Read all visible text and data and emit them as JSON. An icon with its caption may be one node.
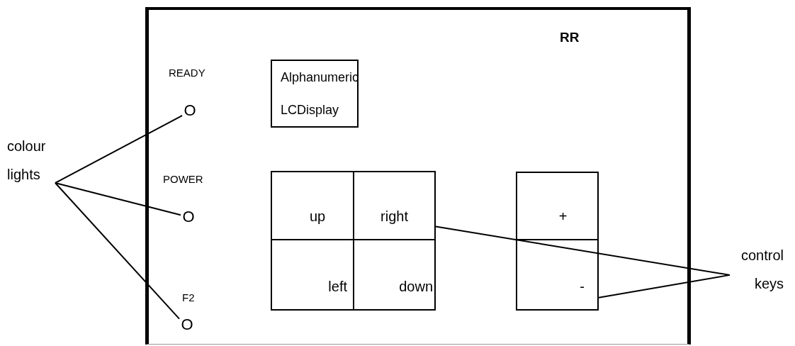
{
  "diagram": {
    "nodes": [
      {
        "text": [
          "RR"
        ]
      },
      {
        "text": [
          "O"
        ],
        "beside": [
          "READY"
        ],
        "in": 0
      },
      {
        "text": [
          "Alphanumeric LCDisplay"
        ],
        "in": 0
      },
      {
        "text": [
          "O"
        ],
        "beside": [
          "POWER"
        ],
        "in": 0
      },
      {
        "text": [
          "up"
        ],
        "in": 0
      },
      {
        "text": [
          "right"
        ],
        "in": 0
      },
      {
        "text": [
          "+"
        ],
        "in": 0
      },
      {
        "text": [
          "left"
        ],
        "in": 0
      },
      {
        "text": [
          "down"
        ],
        "in": 0
      },
      {
        "text": [
          "-"
        ],
        "in": 0
      },
      {
        "text": [
          "O"
        ],
        "beside": [
          "F2"
        ],
        "in": 0
      },
      {
        "text": [
          "colour lights"
        ]
      },
      {
        "text": [
          "control keys"
        ]
      }
    ],
    "edges": [
      {
        "from": 11,
        "to": 1,
        "arrow": "none"
      },
      {
        "from": 11,
        "to": 3,
        "arrow": "none"
      },
      {
        "from": 11,
        "to": 10,
        "arrow": "none"
      },
      {
        "from": 12,
        "to": 5,
        "arrow": "none"
      },
      {
        "from": 12,
        "to": 9,
        "arrow": "none"
      }
    ]
  }
}
